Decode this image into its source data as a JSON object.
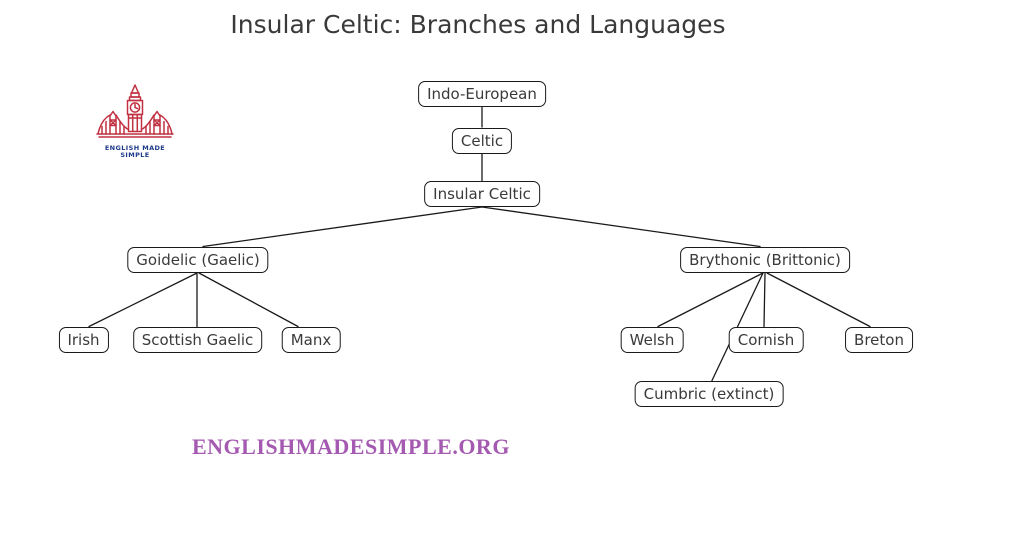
{
  "title": "Insular Celtic: Branches and Languages",
  "logo": {
    "line1": "ENGLISH MADE",
    "line2": "SIMPLE"
  },
  "watermark": "ENGLISHMADESIMPLE.ORG",
  "colors": {
    "background": "#ffffff",
    "title_text": "#3a3a3a",
    "node_border": "#1a1a1a",
    "node_text": "#3a3a3a",
    "edge_line": "#1a1a1a",
    "watermark_purple": "#a45ab0",
    "logo_red": "#c13040",
    "logo_blue": "#1e3a8a"
  },
  "nodes": [
    {
      "id": "indo-european",
      "label": "Indo-European"
    },
    {
      "id": "celtic",
      "label": "Celtic"
    },
    {
      "id": "insular-celtic",
      "label": "Insular Celtic"
    },
    {
      "id": "goidelic",
      "label": "Goidelic (Gaelic)"
    },
    {
      "id": "brythonic",
      "label": "Brythonic (Brittonic)"
    },
    {
      "id": "irish",
      "label": "Irish"
    },
    {
      "id": "scottish-gaelic",
      "label": "Scottish Gaelic"
    },
    {
      "id": "manx",
      "label": "Manx"
    },
    {
      "id": "welsh",
      "label": "Welsh"
    },
    {
      "id": "cornish",
      "label": "Cornish"
    },
    {
      "id": "breton",
      "label": "Breton"
    },
    {
      "id": "cumbric",
      "label": "Cumbric (extinct)"
    }
  ],
  "edges": [
    {
      "from": "indo-european",
      "to": "celtic"
    },
    {
      "from": "celtic",
      "to": "insular-celtic"
    },
    {
      "from": "insular-celtic",
      "to": "goidelic"
    },
    {
      "from": "insular-celtic",
      "to": "brythonic"
    },
    {
      "from": "goidelic",
      "to": "irish"
    },
    {
      "from": "goidelic",
      "to": "scottish-gaelic"
    },
    {
      "from": "goidelic",
      "to": "manx"
    },
    {
      "from": "brythonic",
      "to": "welsh"
    },
    {
      "from": "brythonic",
      "to": "cornish"
    },
    {
      "from": "brythonic",
      "to": "breton"
    },
    {
      "from": "brythonic",
      "to": "cumbric"
    }
  ]
}
